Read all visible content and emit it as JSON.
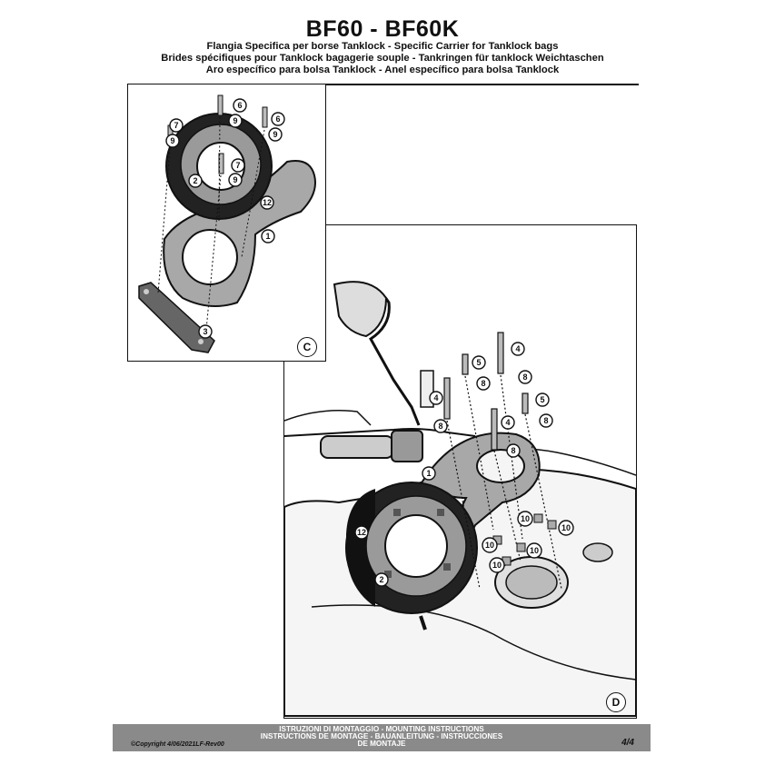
{
  "header": {
    "title": "BF60 - BF60K",
    "lines": [
      "Flangia Specifica per borse Tanklock - Specific Carrier for Tanklock bags",
      "Brides spécifiques pour Tanklock bagagerie souple - Tankringen für tanklock Weichtaschen",
      "Aro específico para bolsa Tanklock - Anel específico para bolsa Tanklock"
    ]
  },
  "panels": {
    "c_label": "C",
    "d_label": "D",
    "c_callouts": [
      "6",
      "9",
      "7",
      "9",
      "6",
      "9",
      "7",
      "9",
      "2",
      "12",
      "1",
      "3"
    ],
    "d_callouts": [
      "4",
      "5",
      "8",
      "8",
      "4",
      "8",
      "5",
      "8",
      "4",
      "8",
      "1",
      "12",
      "2",
      "10",
      "10",
      "10",
      "10",
      "10"
    ]
  },
  "footer": {
    "line1": "ISTRUZIONI DI MONTAGGIO  -  MOUNTING INSTRUCTIONS",
    "line2": "INSTRUCTIONS DE MONTAGE - BAUANLEITUNG - INSTRUCCIONES",
    "line3": "DE MONTAJE",
    "copyright": "©Copyright 4/06/2021LF-Rev00",
    "page": "4/4"
  }
}
